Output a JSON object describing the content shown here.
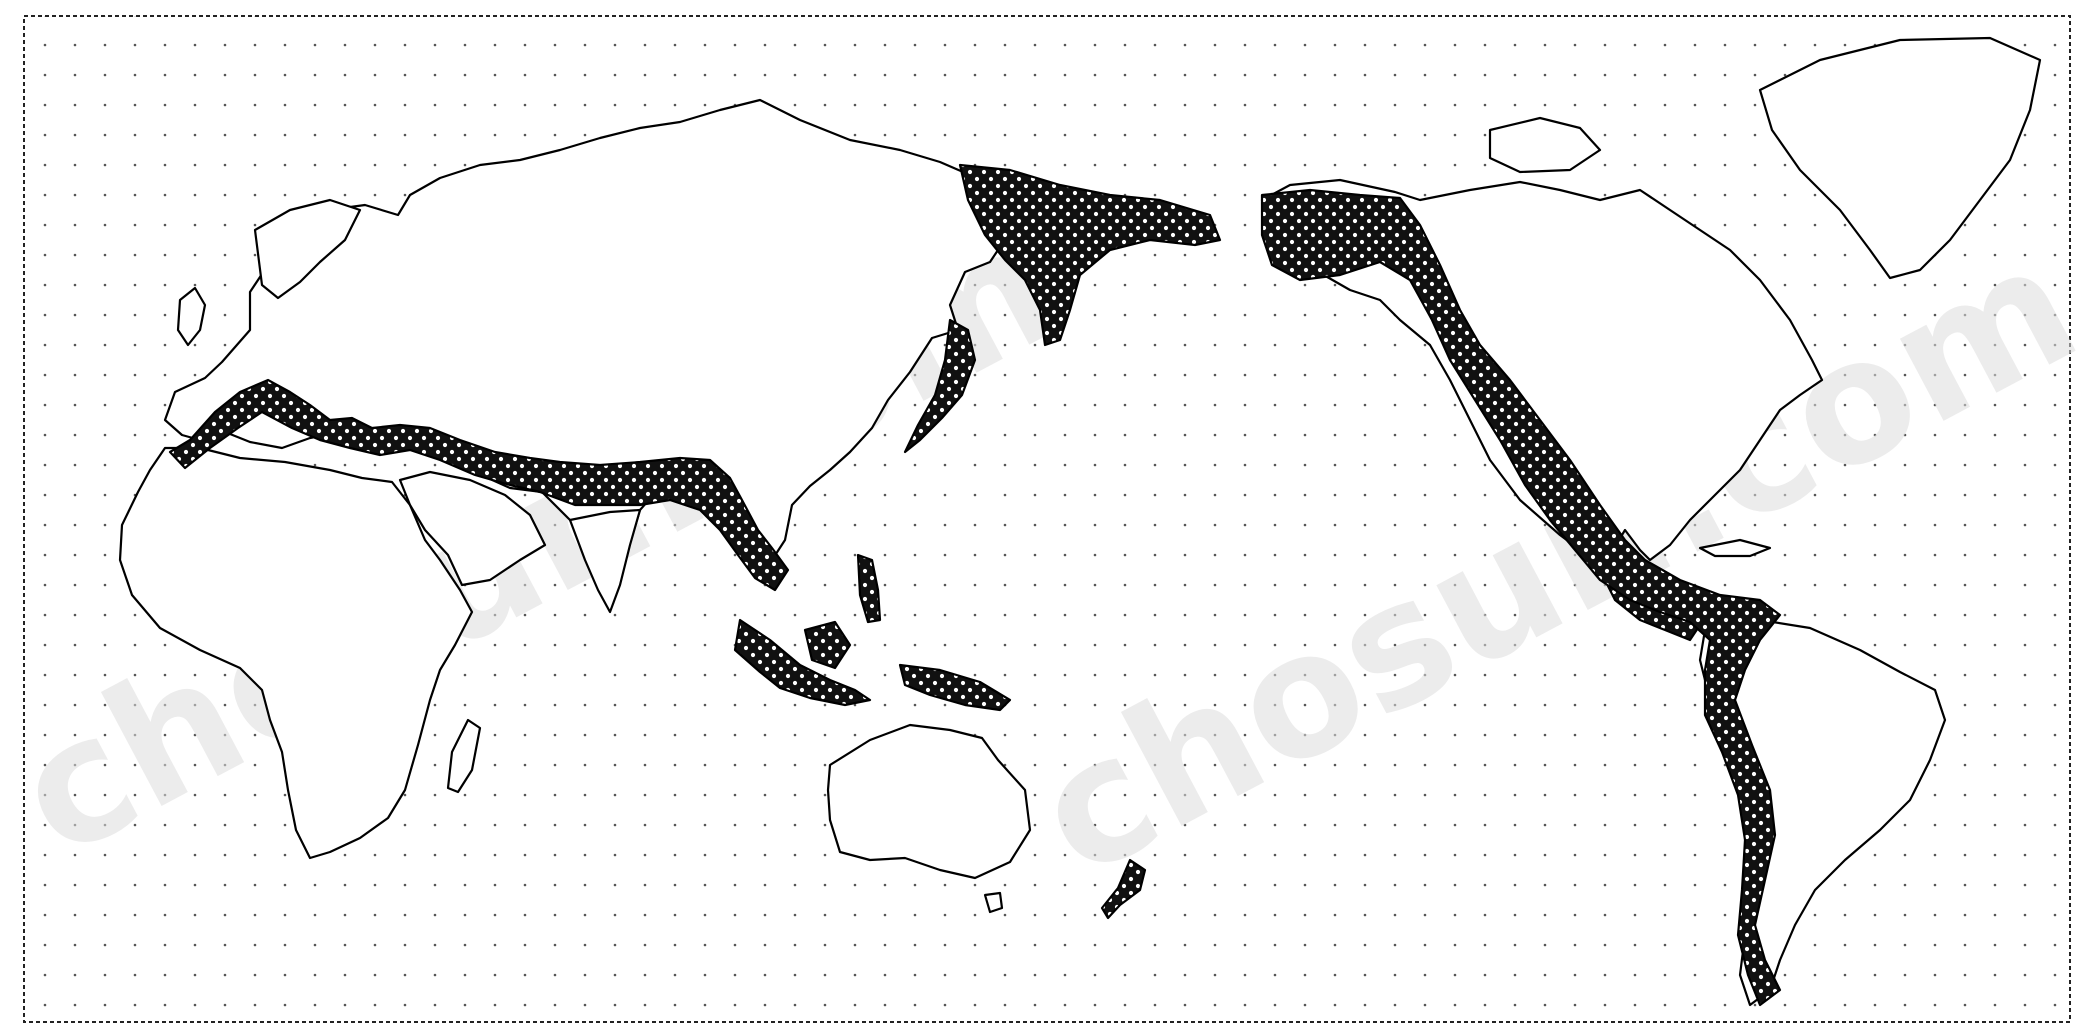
{
  "map": {
    "kind": "world-map",
    "projection": "pacific-centered",
    "fill_pattern": "black-with-white-dots",
    "regions_highlighted": [
      "alpine-himalayan-belt",
      "circum-pacific-belt-asia",
      "circum-pacific-belt-americas"
    ]
  },
  "watermarks": [
    "chosun.com",
    "chosun.com"
  ],
  "colors": {
    "background": "#ffffff",
    "outline": "#000000",
    "highlight": "#111111",
    "watermark": "#dddddd"
  }
}
